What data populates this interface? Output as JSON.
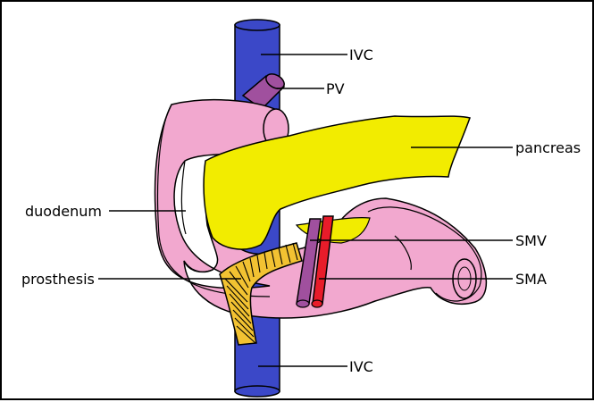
{
  "labels": {
    "ivc_top": "IVC",
    "pv": "PV",
    "pancreas": "pancreas",
    "duodenum": "duodenum",
    "smv": "SMV",
    "prosthesis": "prosthesis",
    "sma": "SMA",
    "ivc_bottom": "IVC"
  },
  "colors": {
    "ivc": "#3b48c8",
    "pv": "#a0509e",
    "pancreas": "#f2ec00",
    "duodenum": "#f2a8cf",
    "smv": "#a0509e",
    "sma": "#e81c2a",
    "prosthesis": "#f2c232",
    "outline": "#000000"
  }
}
